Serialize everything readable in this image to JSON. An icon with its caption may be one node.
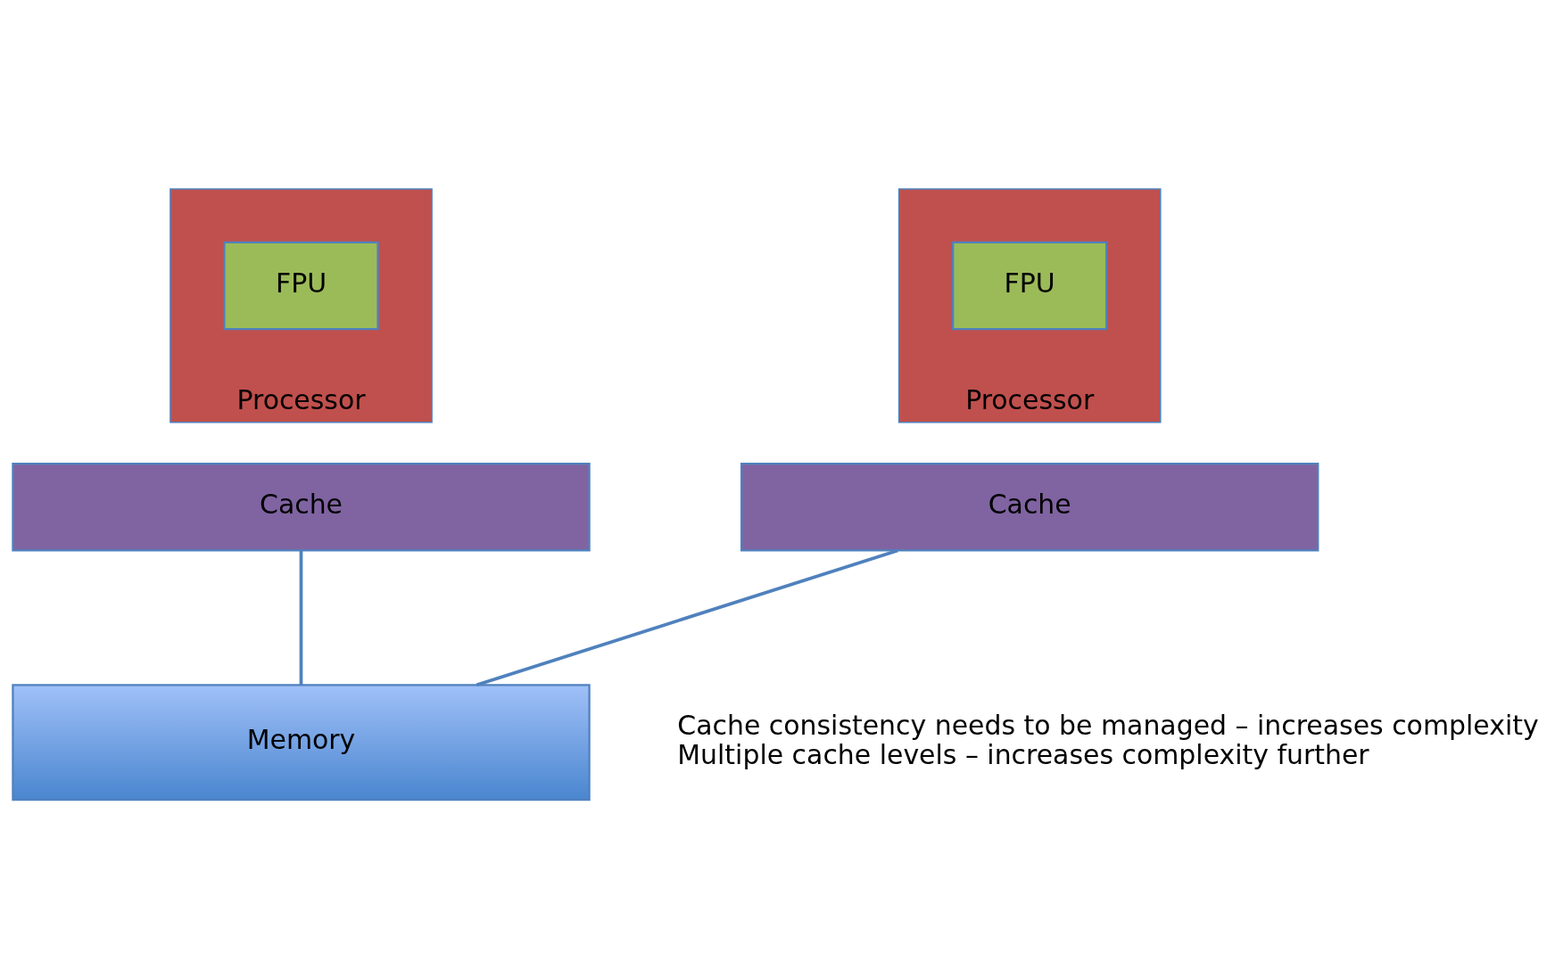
{
  "diagram": {
    "nodes": [
      {
        "text": [
          "Processor"
        ]
      },
      {
        "text": [
          "FPU"
        ],
        "in": 0
      },
      {
        "text": [
          "Cache"
        ]
      },
      {
        "text": [
          "Processor"
        ]
      },
      {
        "text": [
          "FPU"
        ],
        "in": 3
      },
      {
        "text": [
          "Cache"
        ]
      },
      {
        "text": [
          "Memory"
        ]
      }
    ],
    "edges": [
      {
        "from": 2,
        "to": 6,
        "arrow": "none"
      },
      {
        "from": 5,
        "to": 6,
        "arrow": "none"
      }
    ],
    "labels": [
      "Cache consistency needs to be managed – increases complexity",
      "Multiple cache levels – increases complexity further"
    ]
  }
}
